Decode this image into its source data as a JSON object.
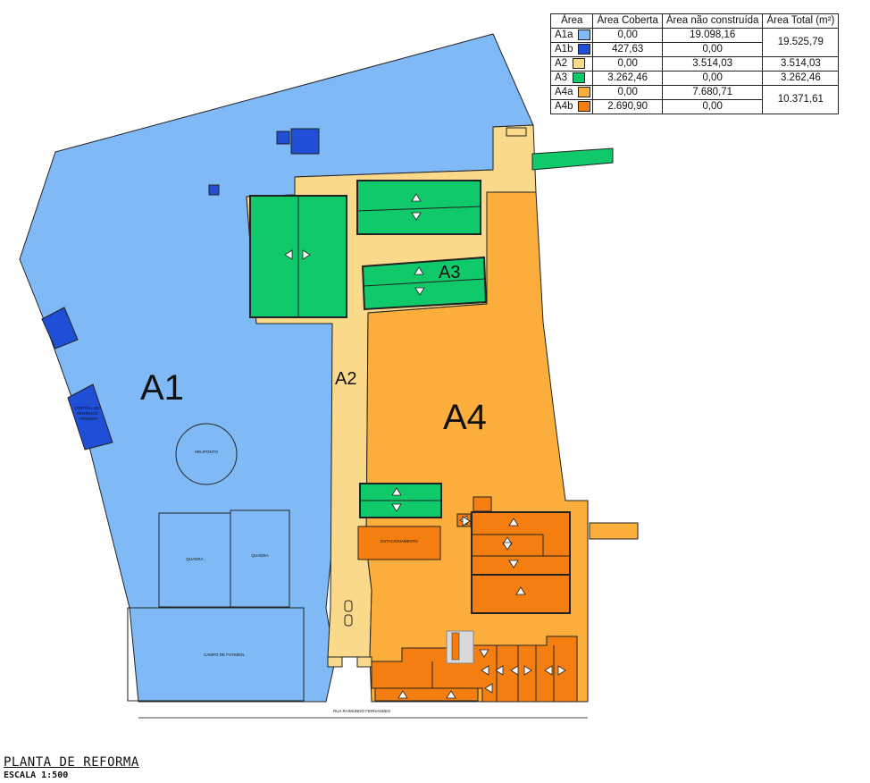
{
  "colors": {
    "A1a": "#7fbaf6",
    "A1b": "#1f4fd6",
    "A2": "#fbd98a",
    "A3": "#10c96a",
    "A4a": "#fbae3c",
    "A4b": "#f57e10",
    "outline": "#222222"
  },
  "table": {
    "headers": [
      "Área",
      "Área Coberta",
      "Área não construída",
      "Área Total (m²)"
    ],
    "rows": [
      {
        "code": "A1a",
        "swatch": "#7fbaf6",
        "coberta": "0,00",
        "nao_construida": "19.098,16"
      },
      {
        "code": "A1b",
        "swatch": "#1f4fd6",
        "coberta": "427,63",
        "nao_construida": "0,00"
      },
      {
        "code": "A2",
        "swatch": "#fbd98a",
        "coberta": "0,00",
        "nao_construida": "3.514,03"
      },
      {
        "code": "A3",
        "swatch": "#10c96a",
        "coberta": "3.262,46",
        "nao_construida": "0,00"
      },
      {
        "code": "A4a",
        "swatch": "#fbae3c",
        "coberta": "0,00",
        "nao_construida": "7.680,71"
      },
      {
        "code": "A4b",
        "swatch": "#f57e10",
        "coberta": "2.690,90",
        "nao_construida": "0,00"
      }
    ],
    "totals": {
      "A1": "19.525,79",
      "A2": "3.514,03",
      "A3": "3.262,46",
      "A4": "10.371,61"
    }
  },
  "map_labels": {
    "A1": "A1",
    "A2": "A2",
    "A3": "A3",
    "A4": "A4",
    "central": [
      "CENTRAL DE",
      "RESÍDUOS",
      "SÓLIDOS"
    ],
    "heliponto": "HELIPONTO",
    "quadra_left": "QUADRA",
    "quadra_right": "QUADRA",
    "campo": "CAMPO DE FUTEBOL",
    "estacionamento": "ESTACIONAMENTO",
    "street": "RUA RAIMUNDO FERNANDES"
  },
  "title_block": {
    "title": "PLANTA DE REFORMA",
    "scale": "ESCALA 1:500"
  }
}
